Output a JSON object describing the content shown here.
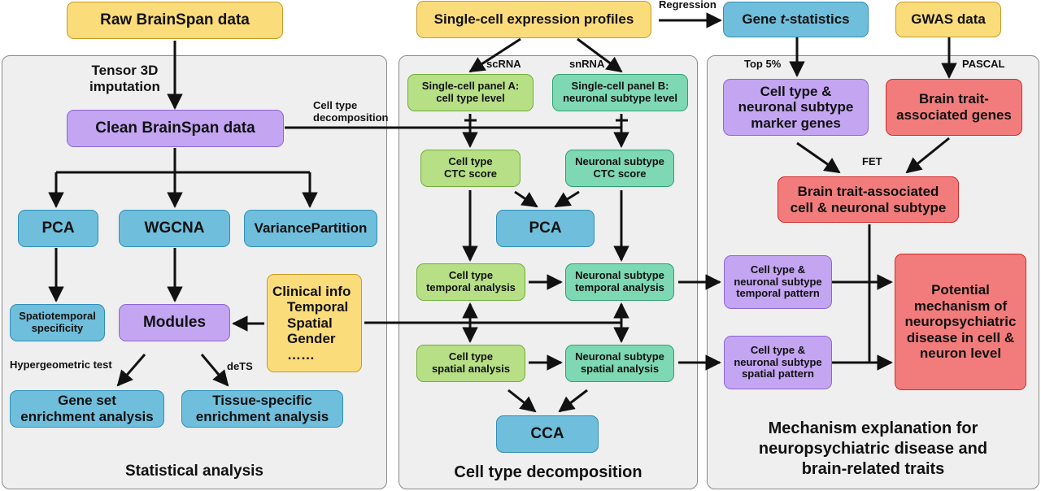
{
  "panels": {
    "left_title": "Statistical analysis",
    "middle_title": "Cell type decomposition",
    "right_title_lines": [
      "Mechanism explanation for",
      "neuropsychiatric disease and",
      "brain-related traits"
    ]
  },
  "nodes": {
    "raw_brainspan": "Raw BrainSpan data",
    "single_cell_profiles": "Single-cell expression profiles",
    "gene_t_statistics_prefix": "Gene ",
    "gene_t_statistics_italic": "t",
    "gene_t_statistics_suffix": "-statistics",
    "gwas_data": "GWAS data",
    "clean_brainspan": "Clean BrainSpan data",
    "panel_a_lines": [
      "Single-cell panel A:",
      "cell type level"
    ],
    "panel_b_lines": [
      "Single-cell panel B:",
      "neuronal subtype level"
    ],
    "marker_genes_lines": [
      "Cell type &",
      "neuronal subtype",
      "marker genes"
    ],
    "brain_trait_genes_lines": [
      "Brain trait-",
      "associated genes"
    ],
    "ct_ctc_lines": [
      "Cell type",
      "CTC score"
    ],
    "ns_ctc_lines": [
      "Neuronal subtype",
      "CTC score"
    ],
    "brain_trait_cell_lines": [
      "Brain trait-associated",
      "cell & neuronal subtype"
    ],
    "pca_left": "PCA",
    "wgcna": "WGCNA",
    "variance_partition": "VariancePartition",
    "pca_middle": "PCA",
    "ct_temporal_lines": [
      "Cell type",
      "temporal analysis"
    ],
    "ns_temporal_lines": [
      "Neuronal subtype",
      "temporal analysis"
    ],
    "temporal_pattern_lines": [
      "Cell type &",
      "neuronal subtype",
      "temporal pattern"
    ],
    "clinical_lines": [
      "Clinical info",
      "Temporal",
      "Spatial",
      "Gender",
      "……"
    ],
    "spatiotemporal_lines": [
      "Spatiotemporal",
      "specificity"
    ],
    "modules": "Modules",
    "potential_lines": [
      "Potential",
      "mechanism of",
      "neuropsychiatric",
      "disease in cell &",
      "neuron  level"
    ],
    "ct_spatial_lines": [
      "Cell type",
      "spatial analysis"
    ],
    "ns_spatial_lines": [
      "Neuronal subtype",
      "spatial analysis"
    ],
    "spatial_pattern_lines": [
      "Cell type &",
      "neuronal subtype",
      "spatial pattern"
    ],
    "gene_set_lines": [
      "Gene set",
      "enrichment analysis"
    ],
    "tissue_specific_lines": [
      "Tissue-specific",
      "enrichment analysis"
    ],
    "cca": "CCA"
  },
  "edge_labels": {
    "regression": "Regression",
    "tensor_lines": [
      "Tensor 3D",
      "imputation"
    ],
    "decomposition_lines": [
      "Cell type",
      "decomposition"
    ],
    "scrna": "scRNA",
    "snrna": "snRNA",
    "top5": "Top 5%",
    "pascal": "PASCAL",
    "fet": "FET",
    "hypergeometric": "Hypergeometric test",
    "dets": "deTS"
  }
}
